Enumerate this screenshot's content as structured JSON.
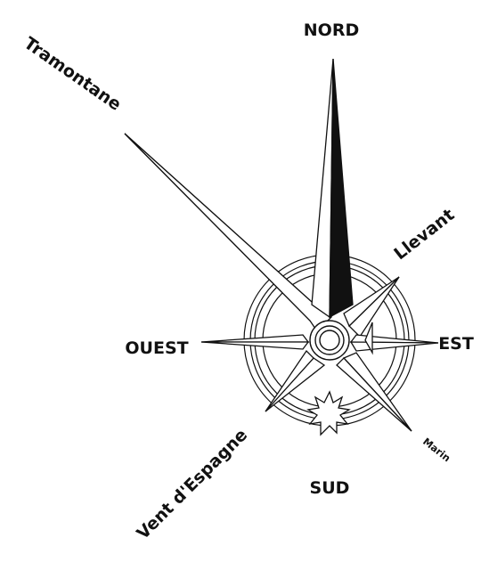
{
  "labels": {
    "north": "NORD",
    "south": "SUD",
    "east": "EST",
    "west": "OUEST",
    "northwest": "Tramontane",
    "northeast": "Llevant",
    "southwest": "Vent d'Espagne",
    "southeast": "Marin"
  },
  "colors": {
    "ink": "#111111",
    "paper": "#ffffff"
  }
}
